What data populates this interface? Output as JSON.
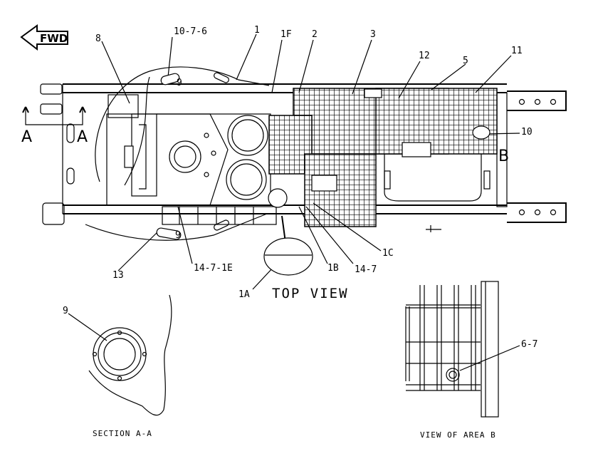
{
  "direction_marker": {
    "text": "FWD"
  },
  "views": {
    "top_view": "TOP VIEW",
    "section_a": "SECTION A-A",
    "area_b": "VIEW OF AREA B"
  },
  "section_markers": {
    "left": "A",
    "right": "A",
    "area": "B"
  },
  "callouts": {
    "c_10_7_6": "10-7-6",
    "c_1": "1",
    "c_8": "8",
    "c_9_top": "9",
    "c_1f": "1F",
    "c_2": "2",
    "c_3": "3",
    "c_12": "12",
    "c_5": "5",
    "c_11": "11",
    "c_10": "10",
    "c_9_bottom": "9",
    "c_13": "13",
    "c_14_7_1e": "14-7-1E",
    "c_1a": "1A",
    "c_1b": "1B",
    "c_14_7": "14-7",
    "c_1c": "1C",
    "c_9_section": "9",
    "c_6_7": "6-7"
  },
  "colors": {
    "ink": "#000000",
    "paper": "#ffffff"
  }
}
